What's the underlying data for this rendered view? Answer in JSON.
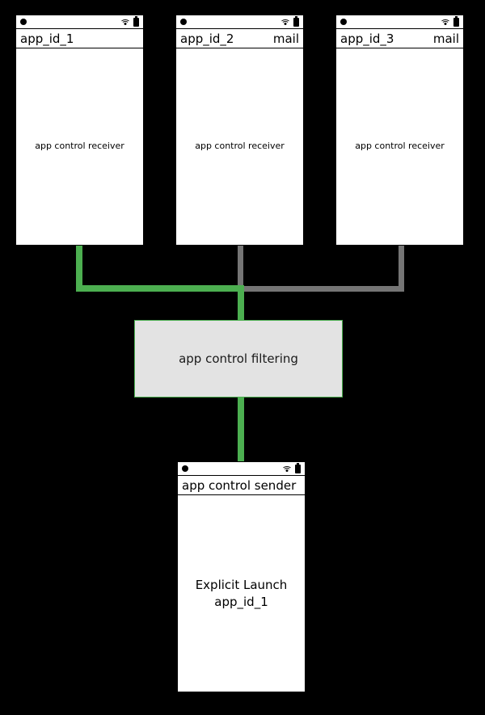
{
  "diagram": {
    "background_color": "#000000",
    "accent_green": "#4caf50",
    "accent_gray": "#757575",
    "node_fill": "#e3e3e3"
  },
  "receivers": [
    {
      "id": "app_id_1",
      "title_left": "app_id_1",
      "title_right": "",
      "body": "app control receiver",
      "status": {
        "dot": "dot-icon",
        "wifi": "wifi-icon",
        "battery": "battery-icon"
      },
      "link_color": "#4caf50"
    },
    {
      "id": "app_id_2",
      "title_left": "app_id_2",
      "title_right": "mail",
      "body": "app control receiver",
      "status": {
        "dot": "dot-icon",
        "wifi": "wifi-icon",
        "battery": "battery-icon"
      },
      "link_color": "#757575"
    },
    {
      "id": "app_id_3",
      "title_left": "app_id_3",
      "title_right": "mail",
      "body": "app control receiver",
      "status": {
        "dot": "dot-icon",
        "wifi": "wifi-icon",
        "battery": "battery-icon"
      },
      "link_color": "#757575"
    }
  ],
  "filter_node": {
    "label": "app control filtering",
    "fill": "#e3e3e3",
    "border": "#4caf50"
  },
  "sender": {
    "title_left": "app control sender",
    "title_right": "",
    "body_line1": "Explicit Launch",
    "body_line2": "app_id_1",
    "status": {
      "dot": "dot-icon",
      "wifi": "wifi-icon",
      "battery": "battery-icon"
    }
  }
}
